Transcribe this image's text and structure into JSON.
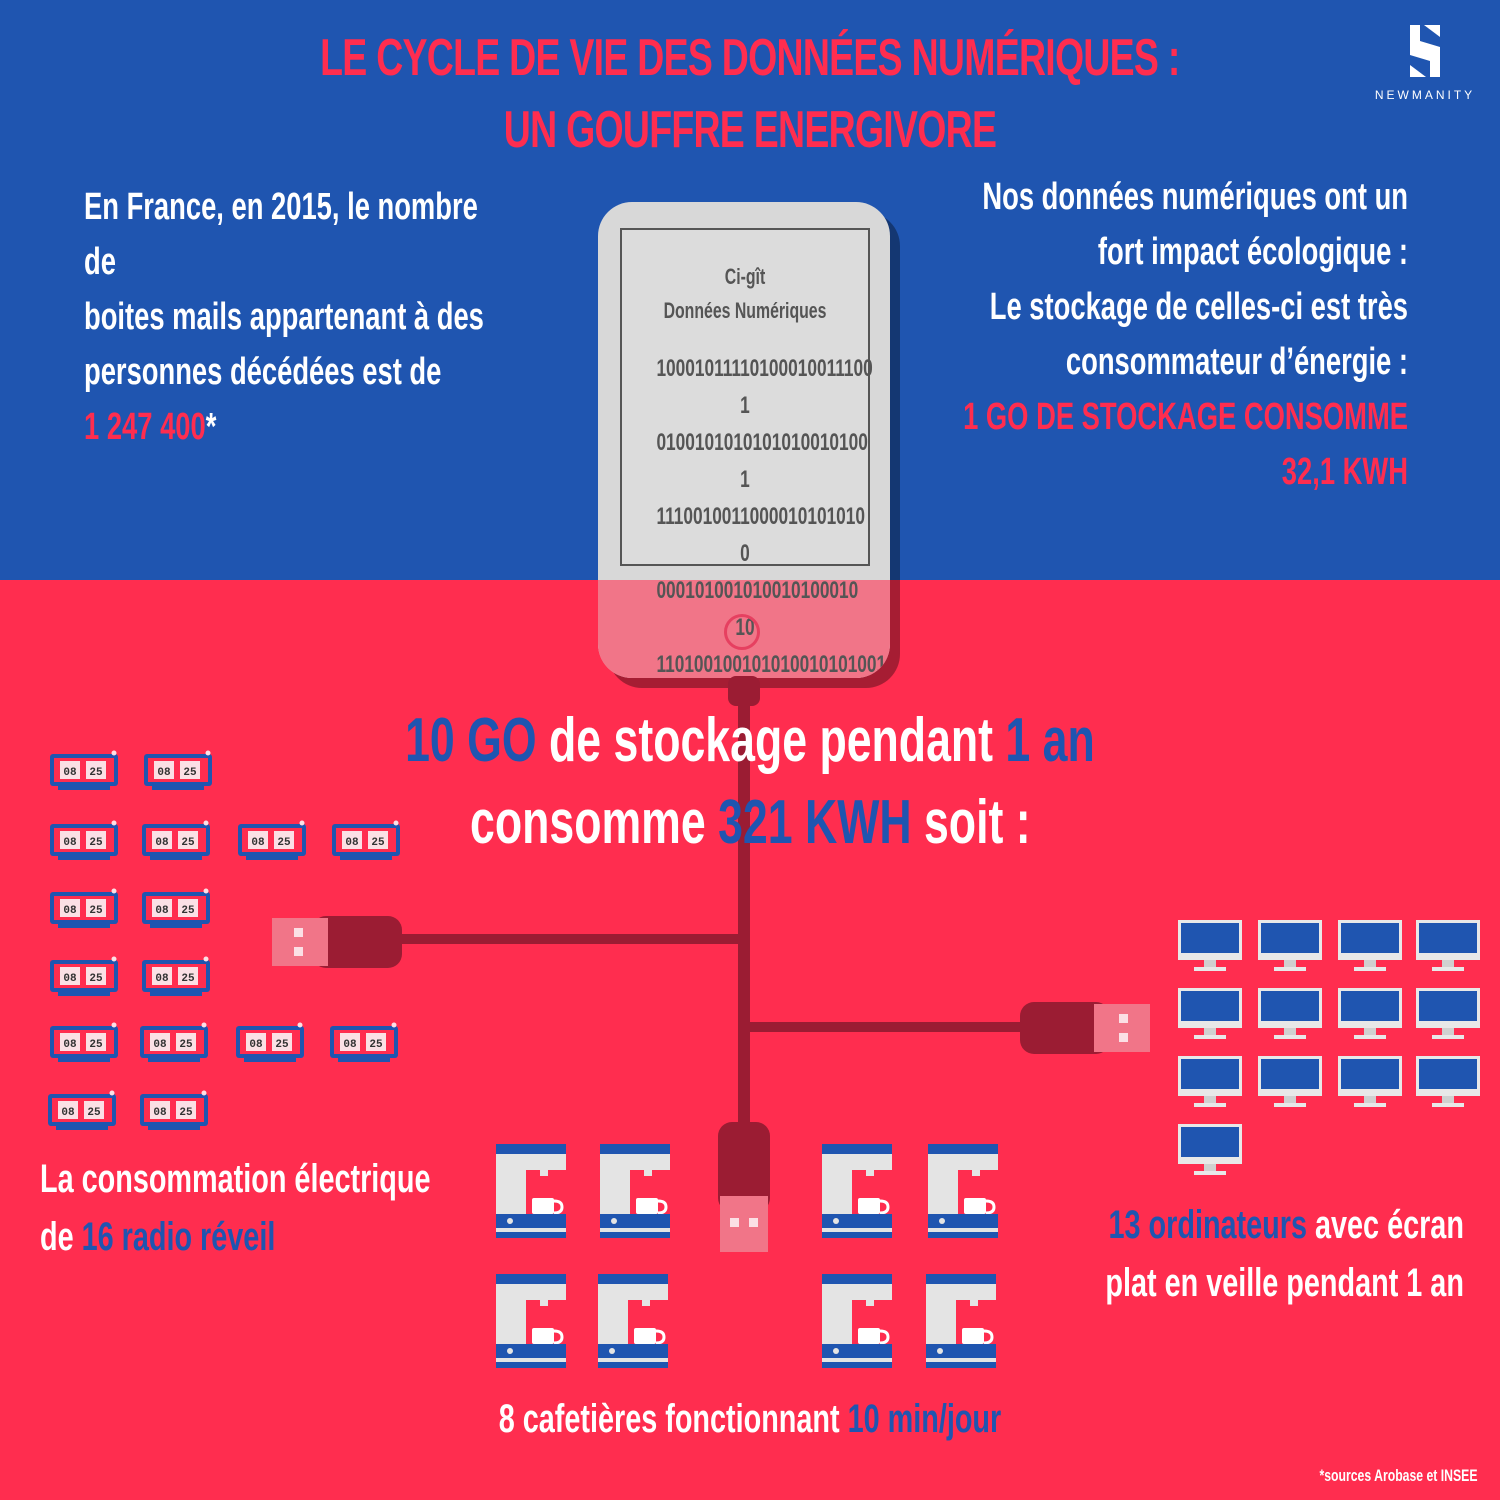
{
  "title": {
    "line1": "LE CYCLE DE VIE DES DONNÉES NUMÉRIQUES :",
    "line2": "UN GOUFFRE ENERGIVORE"
  },
  "logo": {
    "text": "NEWMANITY",
    "icon": "newmanity-logo-icon"
  },
  "left_block": {
    "line1": "En France, en 2015, le nombre de",
    "line2": "boites mails appartenant à des",
    "line3": "personnes décédées est de",
    "number": "1 247 400",
    "asterisk": "*"
  },
  "right_block": {
    "line1": "Nos données numériques ont un",
    "line2": "fort impact écologique :",
    "line3": "Le stockage de celles-ci est très",
    "line4": "consommateur d’énergie :",
    "highlight1": "1 GO DE STOCKAGE CONSOMME",
    "highlight2": "32,1 KWH"
  },
  "phone": {
    "title1": "Ci-gît",
    "title2": "Données Numériques",
    "binary": [
      "10001011110100010011100 1",
      "0100101010101010010100 1",
      "1110010011000010101010 0",
      "000101001010010100010 10",
      "110100100101010010101001"
    ]
  },
  "center": {
    "part1_highlight": "10 GO",
    "part1_text": " de stockage pendant ",
    "part1_highlight2": "1 an",
    "part2_text": "consomme ",
    "part2_highlight": "321 KWH",
    "part2_end": " soit :"
  },
  "radios": {
    "count": 16,
    "digits_left": "08",
    "digits_right": "25",
    "icon": "radio-alarm-clock-icon"
  },
  "computers": {
    "count": 13,
    "icon": "flat-screen-computer-icon"
  },
  "coffee_makers": {
    "count": 8,
    "icon": "coffee-maker-icon"
  },
  "caption_left": {
    "line1": "La consommation électrique",
    "line2_pre": "de ",
    "line2_highlight": "16 radio réveil"
  },
  "caption_right": {
    "line1_highlight": "13 ordinateurs",
    "line1_rest": " avec écran",
    "line2": "plat en veille pendant 1 an"
  },
  "caption_bottom": {
    "text": "8 cafetières fonctionnant ",
    "highlight": "10 min/jour"
  },
  "sources": "*sources Arobase et INSEE",
  "colors": {
    "blue": "#1f55b0",
    "red": "#ff2d4f",
    "cable": "#9b1c33",
    "white": "#ffffff"
  }
}
